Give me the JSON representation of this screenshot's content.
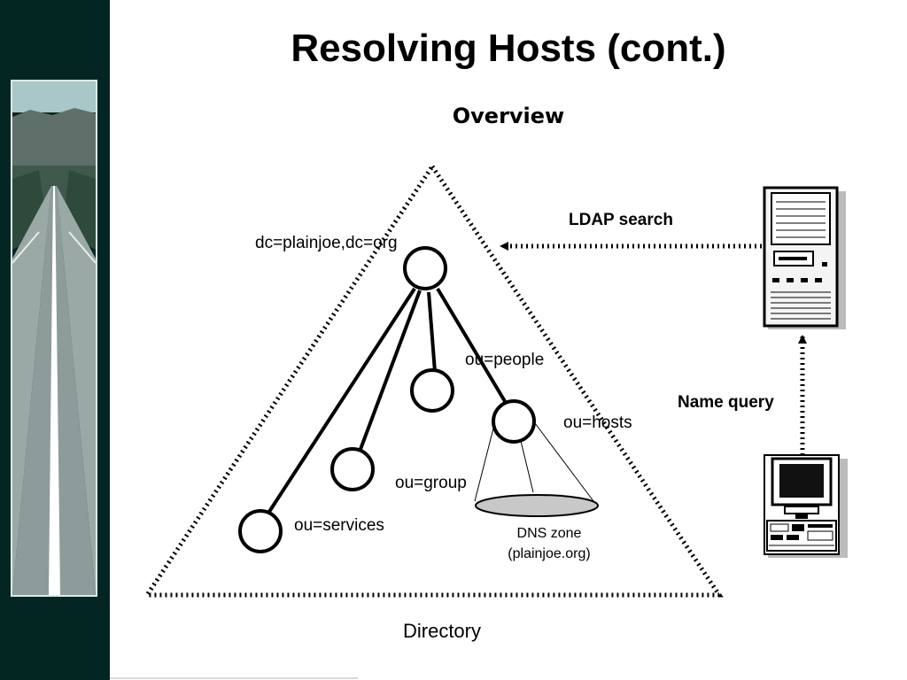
{
  "slide": {
    "title": "Resolving Hosts (cont.)",
    "subtitle": "Overview"
  },
  "diagram": {
    "container_label": "Directory",
    "nodes": {
      "root": "dc=plainjoe,dc=org",
      "people": "ou=people",
      "hosts": "ou=hosts",
      "group": "ou=group",
      "services": "ou=services"
    },
    "dns_zone": {
      "line1": "DNS zone",
      "line2": "(plainjoe.org)"
    },
    "edges": {
      "ldap": "LDAP search",
      "query": "Name query"
    },
    "icons": [
      "server-computer-icon",
      "desktop-computer-icon"
    ]
  },
  "colors": {
    "sidebar": "#032623",
    "zone_fill": "#c8c8c8",
    "monitor_screen": "#111111"
  }
}
